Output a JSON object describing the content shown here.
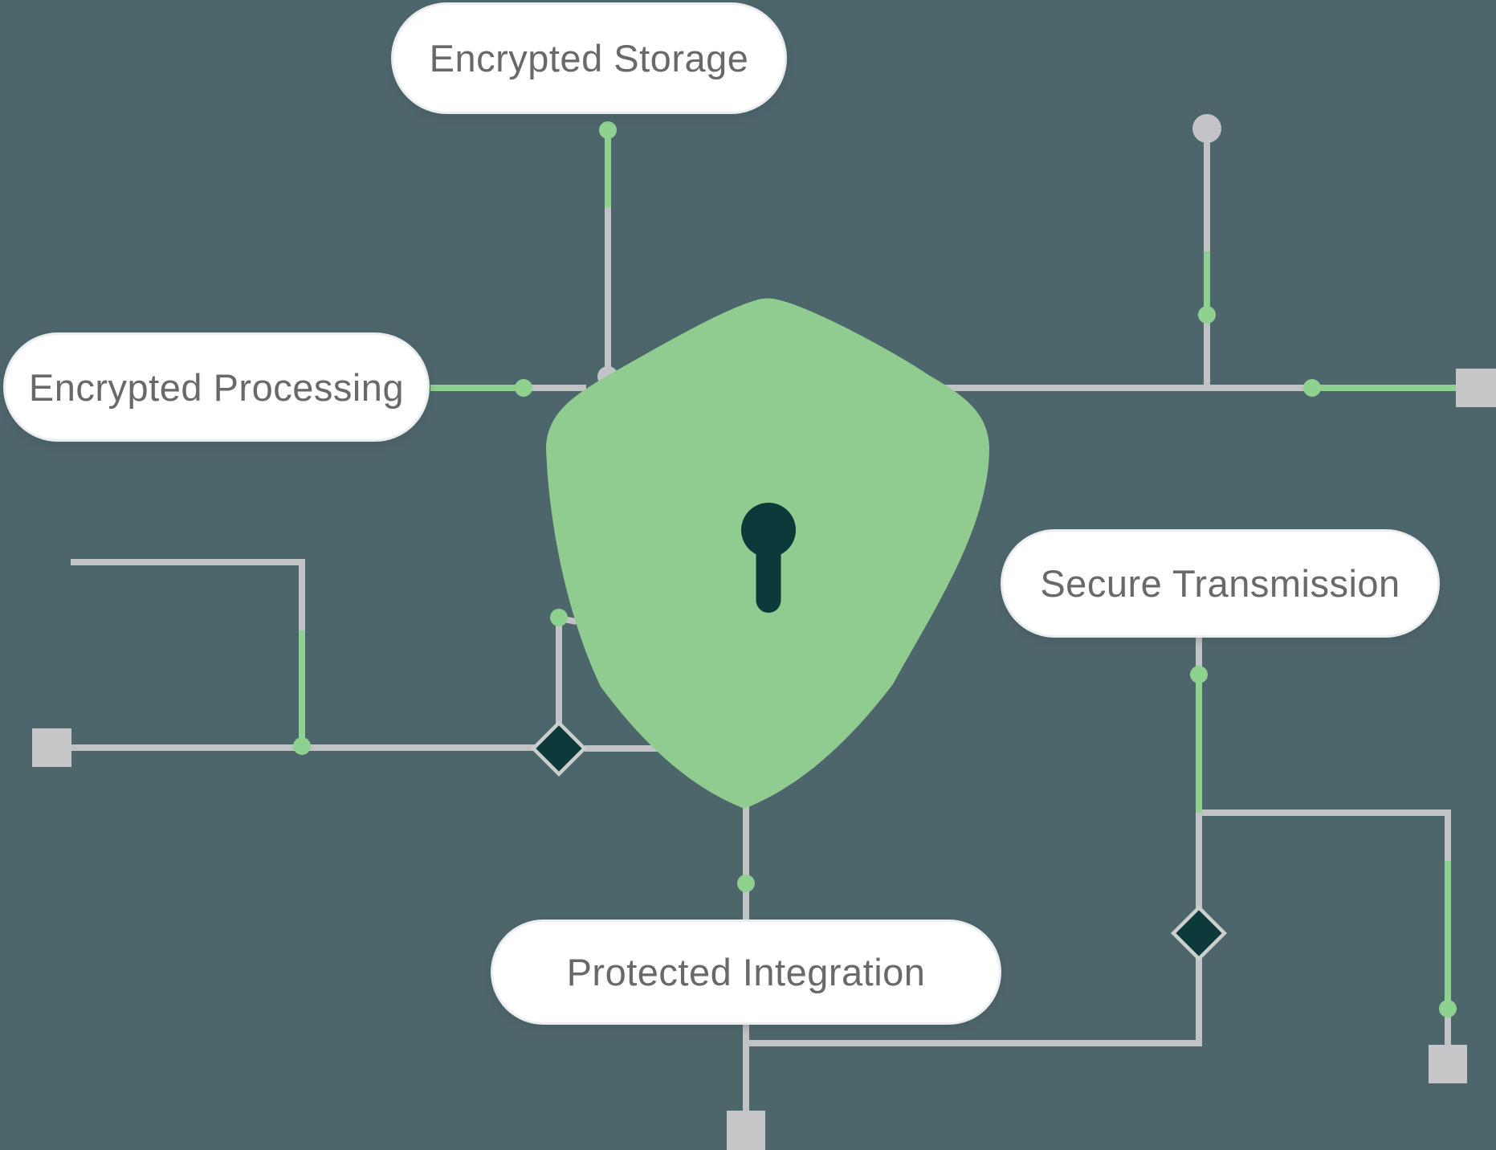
{
  "diagram": {
    "title": "Security shield feature diagram",
    "center_icon": "shield-keyhole-icon",
    "nodes": [
      {
        "id": "encrypted-storage",
        "label": "Encrypted Storage"
      },
      {
        "id": "encrypted-processing",
        "label": "Encrypted Processing"
      },
      {
        "id": "secure-transmission",
        "label": "Secure Transmission"
      },
      {
        "id": "protected-integration",
        "label": "Protected Integration"
      }
    ],
    "colors": {
      "background": "#4D666B",
      "shield_green": "#90CB8F",
      "accent_green": "#8FD18F",
      "dark_teal": "#0C3A3B",
      "line_gray": "#C2C3C5",
      "node_gray": "#C6C6C8",
      "diamond_stroke": "#CDCFCF",
      "pill_background": "#FFFFFF",
      "pill_border": "#ECEDEF",
      "pill_text": "#69696C"
    }
  }
}
